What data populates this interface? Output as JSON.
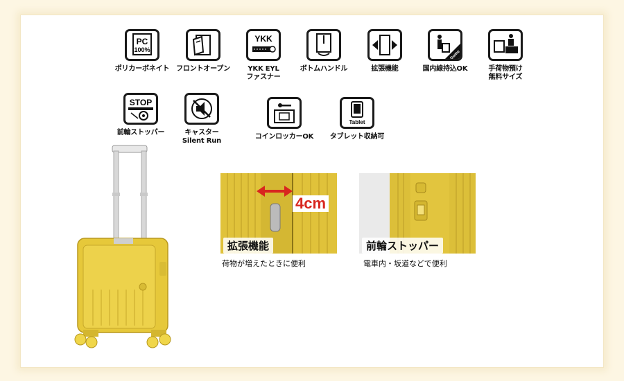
{
  "features": [
    {
      "id": "pc",
      "icon": "pc-100-icon",
      "icon_text": "PC 100%",
      "label": "ポリカーボネイト"
    },
    {
      "id": "front-open",
      "icon": "front-open-icon",
      "label": "フロントオープン"
    },
    {
      "id": "ykk",
      "icon": "ykk-zipper-icon",
      "icon_text": "YKK",
      "label": "YKK EYL\nファスナー"
    },
    {
      "id": "bottom-handle",
      "icon": "bottom-handle-icon",
      "label": "ボトムハンドル"
    },
    {
      "id": "expand",
      "icon": "expand-icon",
      "label": "拡張機能"
    },
    {
      "id": "domestic",
      "icon": "carry-on-icon",
      "icon_text": "Dome",
      "label": "国内線持込OK"
    },
    {
      "id": "checkin",
      "icon": "baggage-checkin-icon",
      "label": "手荷物預け\n無料サイズ"
    },
    {
      "id": "stopper",
      "icon": "stopper-icon",
      "icon_text": "STOP",
      "label": "前輪ストッパー"
    },
    {
      "id": "silent",
      "icon": "silent-caster-icon",
      "label": "キャスター\nSilent Run"
    },
    {
      "id": "locker",
      "icon": "coin-locker-icon",
      "label": "コインロッカーOK"
    },
    {
      "id": "tablet",
      "icon": "tablet-icon",
      "icon_text": "Tablet",
      "label": "タブレット収納可"
    }
  ],
  "photos": {
    "expand": {
      "title": "拡張機能",
      "badge": "4cm",
      "caption": "荷物が増えたときに便利"
    },
    "stopper": {
      "title": "前輪ストッパー",
      "caption": "電車内・坂道などで便利"
    }
  },
  "colors": {
    "suitcase": "#e6c83a",
    "frame": "#f6ebcd",
    "accent_red": "#d8261f"
  }
}
